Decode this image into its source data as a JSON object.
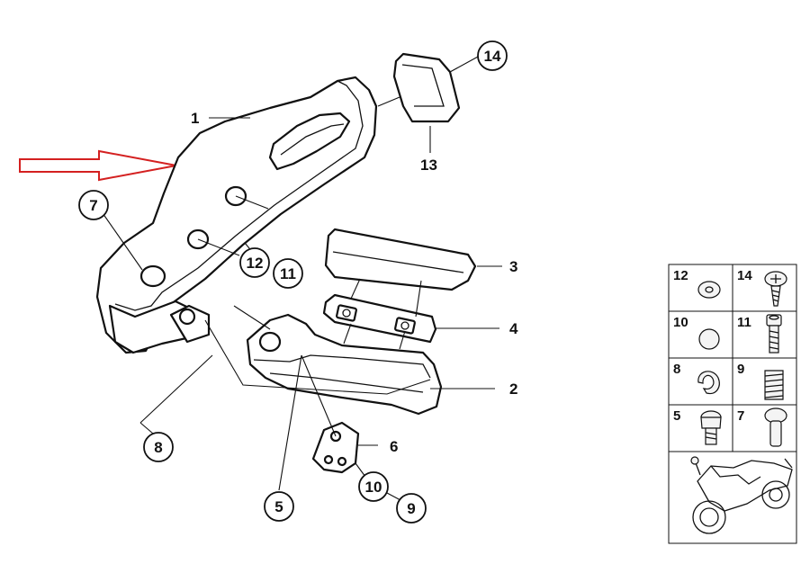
{
  "diagram": {
    "colors": {
      "arrow": "#d42020",
      "ink": "#111111"
    },
    "plain_labels": {
      "l1": "1",
      "l2": "2",
      "l3": "3",
      "l4": "4",
      "l6": "6",
      "l13": "13"
    },
    "callouts": {
      "c5": "5",
      "c7": "7",
      "c8": "8",
      "c9": "9",
      "c10": "10",
      "c11": "11",
      "c12": "12",
      "c14": "14"
    },
    "legend": {
      "r1a": "12",
      "r1b": "14",
      "r2a": "10",
      "r2b": "11",
      "r3a": "8",
      "r3b": "9",
      "r4a": "5",
      "r4b": "7"
    },
    "icons": [
      "washer-icon",
      "screw-icon",
      "cap-icon",
      "bolt-icon",
      "clip-icon",
      "spring-icon",
      "socket-screw-icon",
      "pin-icon",
      "motorcycle-icon"
    ]
  }
}
